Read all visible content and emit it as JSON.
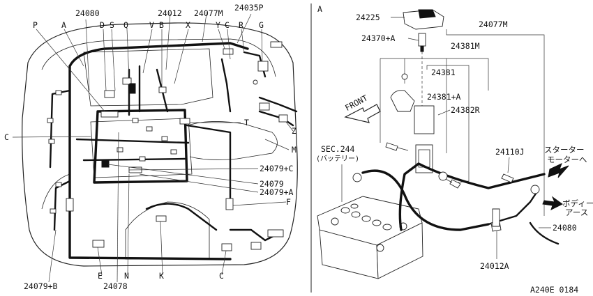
{
  "left_panel": {
    "top_labels": [
      "24080",
      "24012",
      "24077M",
      "24035P"
    ],
    "letters_top": [
      "P",
      "A",
      "D",
      "S",
      "Q",
      "V",
      "B",
      "X",
      "Y",
      "C",
      "R",
      "G"
    ],
    "side_labels": {
      "c_left": "C",
      "t": "T",
      "m": "M",
      "z": "Z",
      "f": "F",
      "label_24079c": "24079+C",
      "label_24079": "24079",
      "label_24079a": "24079+A"
    },
    "bottom_labels": {
      "label_24079b": "24079+B",
      "e": "E",
      "label_24078": "24078",
      "n": "N",
      "k": "K",
      "c_bottom": "C"
    }
  },
  "right_panel": {
    "section_letter": "A",
    "label_24225": "24225",
    "label_24370a": "24370+A",
    "label_24077m": "24077M",
    "label_24381m": "24381M",
    "label_24381": "24381",
    "label_24381a": "24381+A",
    "label_24382r": "24382R",
    "front": "FRONT",
    "sec_244": "SEC.244",
    "battery": "(バッテリー)",
    "label_24110j": "24110J",
    "starter_motor_1": "スターター",
    "starter_motor_2": "モーターへ",
    "body_earth_1": "ボディー",
    "body_earth_2": "アース",
    "label_24080": "24080",
    "label_24012a": "24012A"
  },
  "figure_code": "A240E 0184"
}
